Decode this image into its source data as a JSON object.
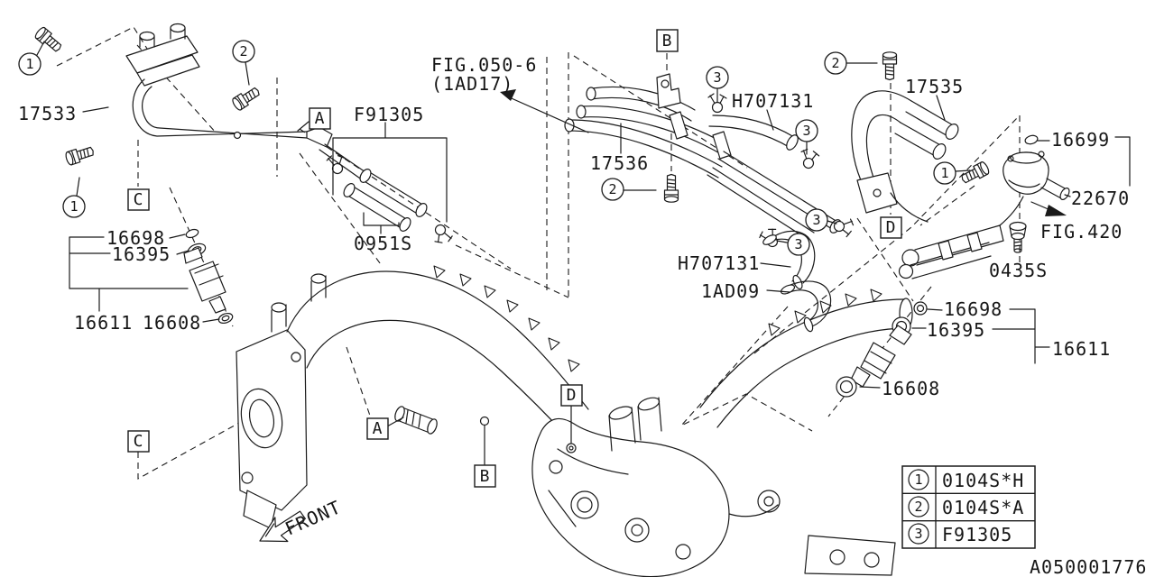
{
  "labels": {
    "p17533": "17533",
    "pF91305": "F91305",
    "p0951S": "0951S",
    "p16698": "16698",
    "p16395": "16395",
    "p16611": "16611",
    "p16608": "16608",
    "p17536": "17536",
    "pH707131": "H707131",
    "p1AD09": "1AD09",
    "p17535": "17535",
    "p16699": "16699",
    "p22670": "22670",
    "p0435S": "0435S"
  },
  "refs": {
    "fig_top_line1": "FIG.050-6",
    "fig_top_line2": "(1AD17)",
    "fig_right": "FIG.420",
    "front_label": "FRONT",
    "doc_number": "A050001776"
  },
  "callouts": {
    "A": "A",
    "B": "B",
    "C": "C",
    "D": "D"
  },
  "markers": {
    "m1": "1",
    "m2": "2",
    "m3": "3"
  },
  "legend": {
    "rows": [
      {
        "num": "1",
        "code": "0104S*H"
      },
      {
        "num": "2",
        "code": "0104S*A"
      },
      {
        "num": "3",
        "code": "F91305"
      }
    ]
  },
  "colors": {
    "line": "#1a1a1a",
    "background": "#ffffff"
  }
}
